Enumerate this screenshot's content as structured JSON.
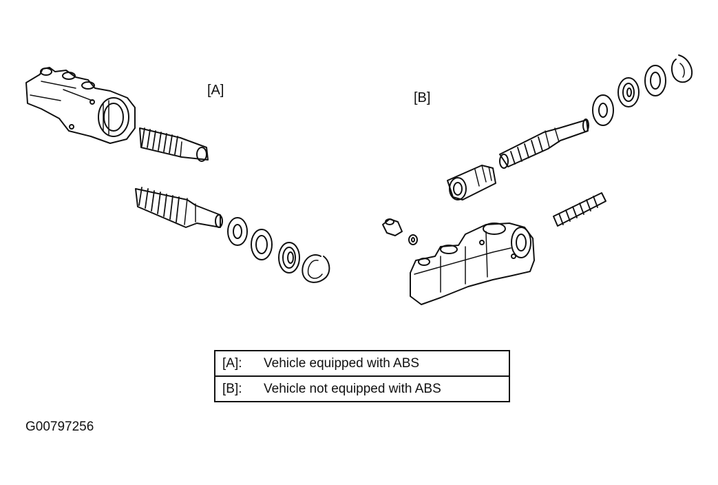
{
  "labels": {
    "a": "[A]",
    "b": "[B]"
  },
  "legend": {
    "rows": [
      {
        "key": "[A]:",
        "text": "Vehicle equipped with ABS"
      },
      {
        "key": "[B]:",
        "text": "Vehicle not equipped with ABS"
      }
    ]
  },
  "figure_id": "G00797256"
}
